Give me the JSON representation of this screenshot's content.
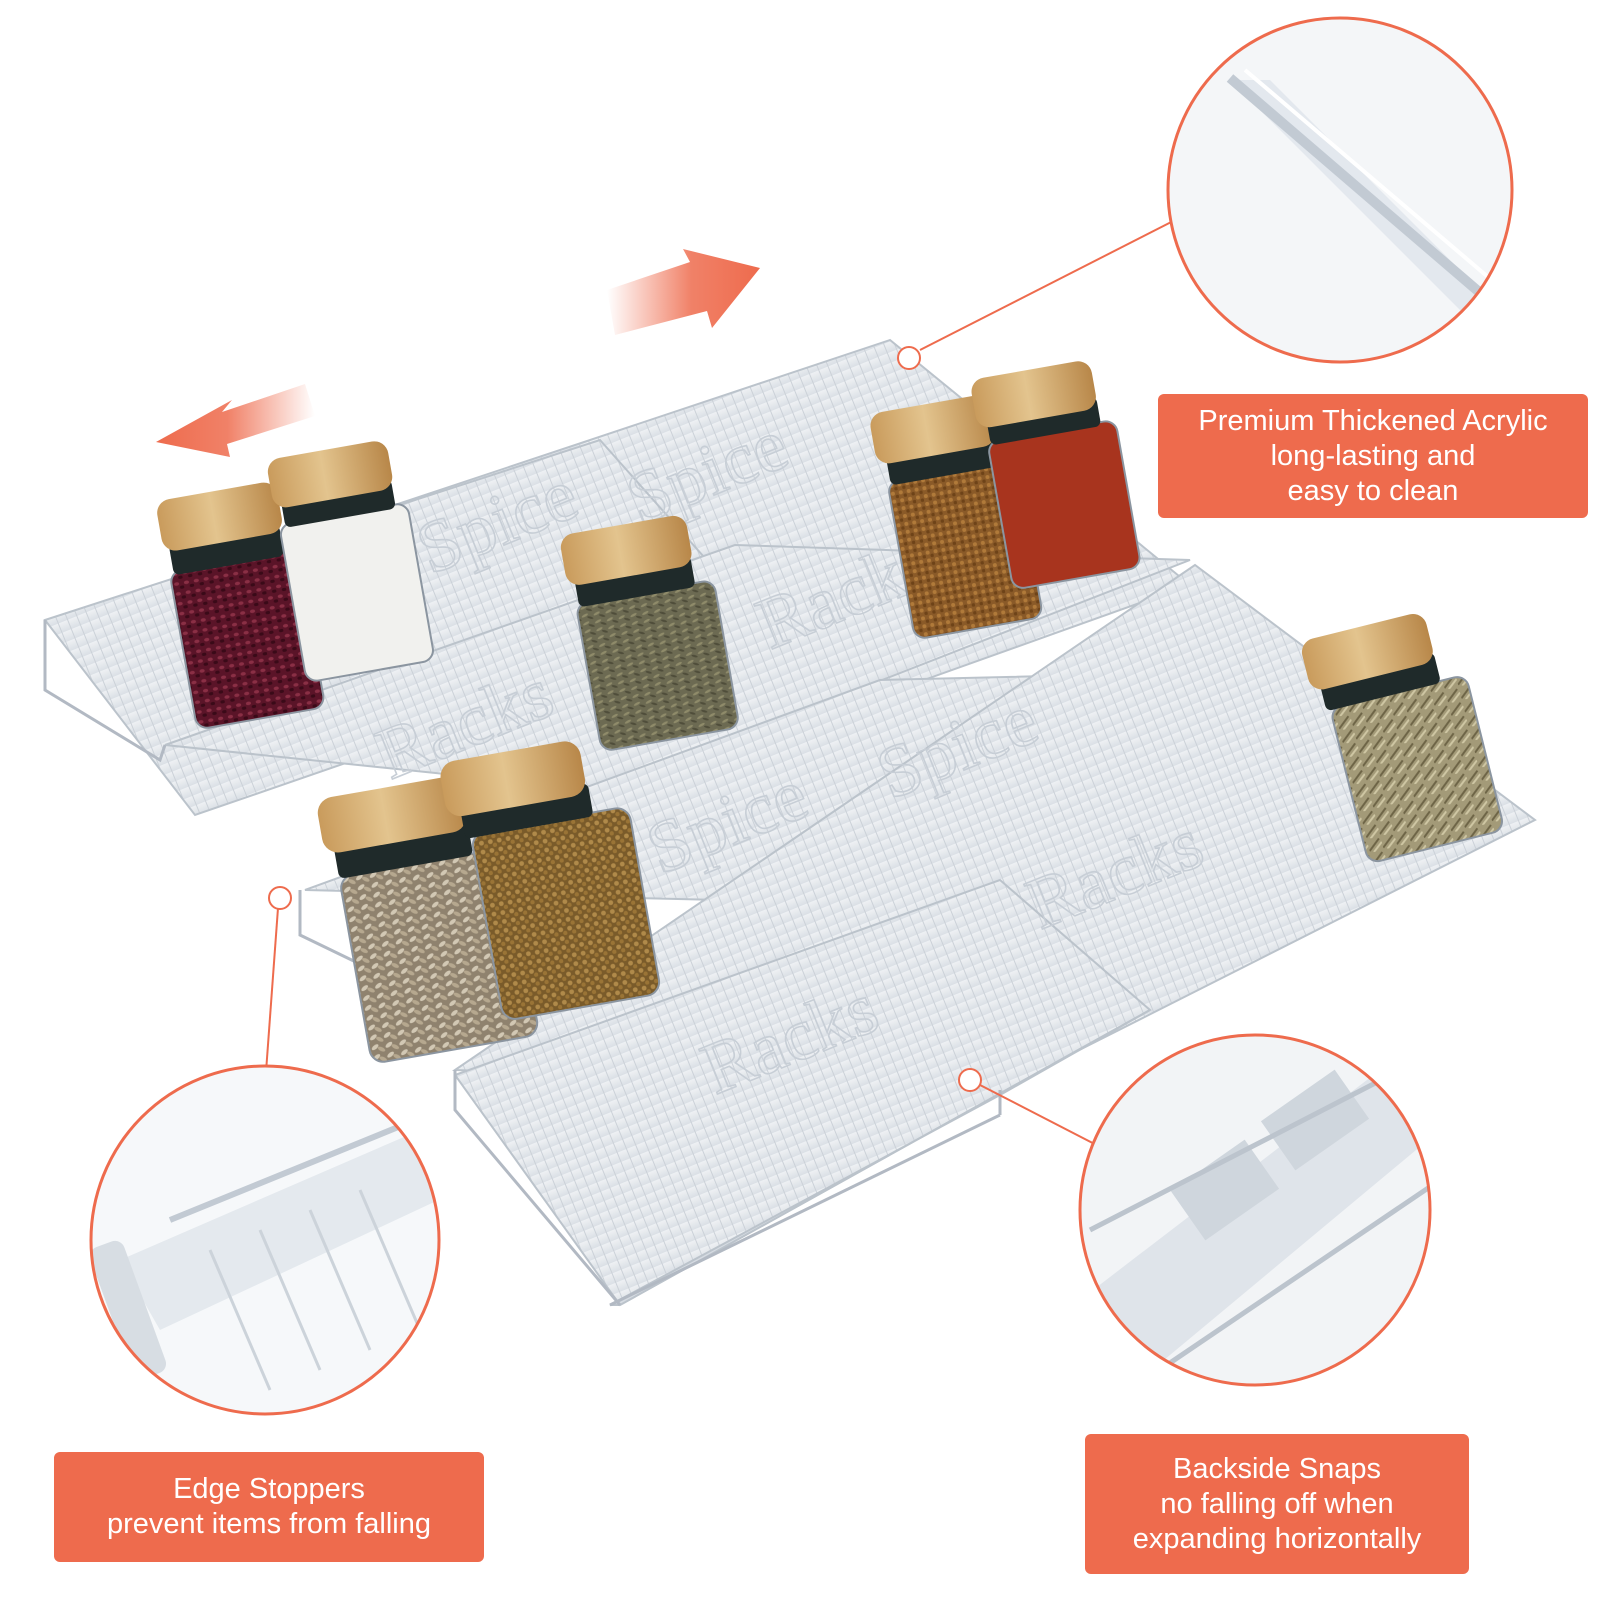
{
  "product": {
    "embossed_texts": [
      "Spice",
      "Racks",
      "Spice",
      "Racks",
      "Racks",
      "Spice",
      "Racks",
      "Spice"
    ]
  },
  "callouts": {
    "acrylic": {
      "lines": [
        "Premium Thickened Acrylic",
        "long-lasting and",
        "easy to clean"
      ]
    },
    "edge": {
      "lines": [
        "Edge Stoppers",
        "prevent items from falling"
      ]
    },
    "snaps": {
      "lines": [
        "Backside Snaps",
        "no falling off when",
        "expanding horizontally"
      ]
    }
  },
  "colors": {
    "accent": "#ee6b4d",
    "acrylic": "#dfe4ea",
    "acrylic_edge": "#b8c0c9",
    "wood": "#d8b37a",
    "background": "#ffffff"
  },
  "icons": [
    "arrow-left-icon",
    "arrow-right-icon"
  ]
}
